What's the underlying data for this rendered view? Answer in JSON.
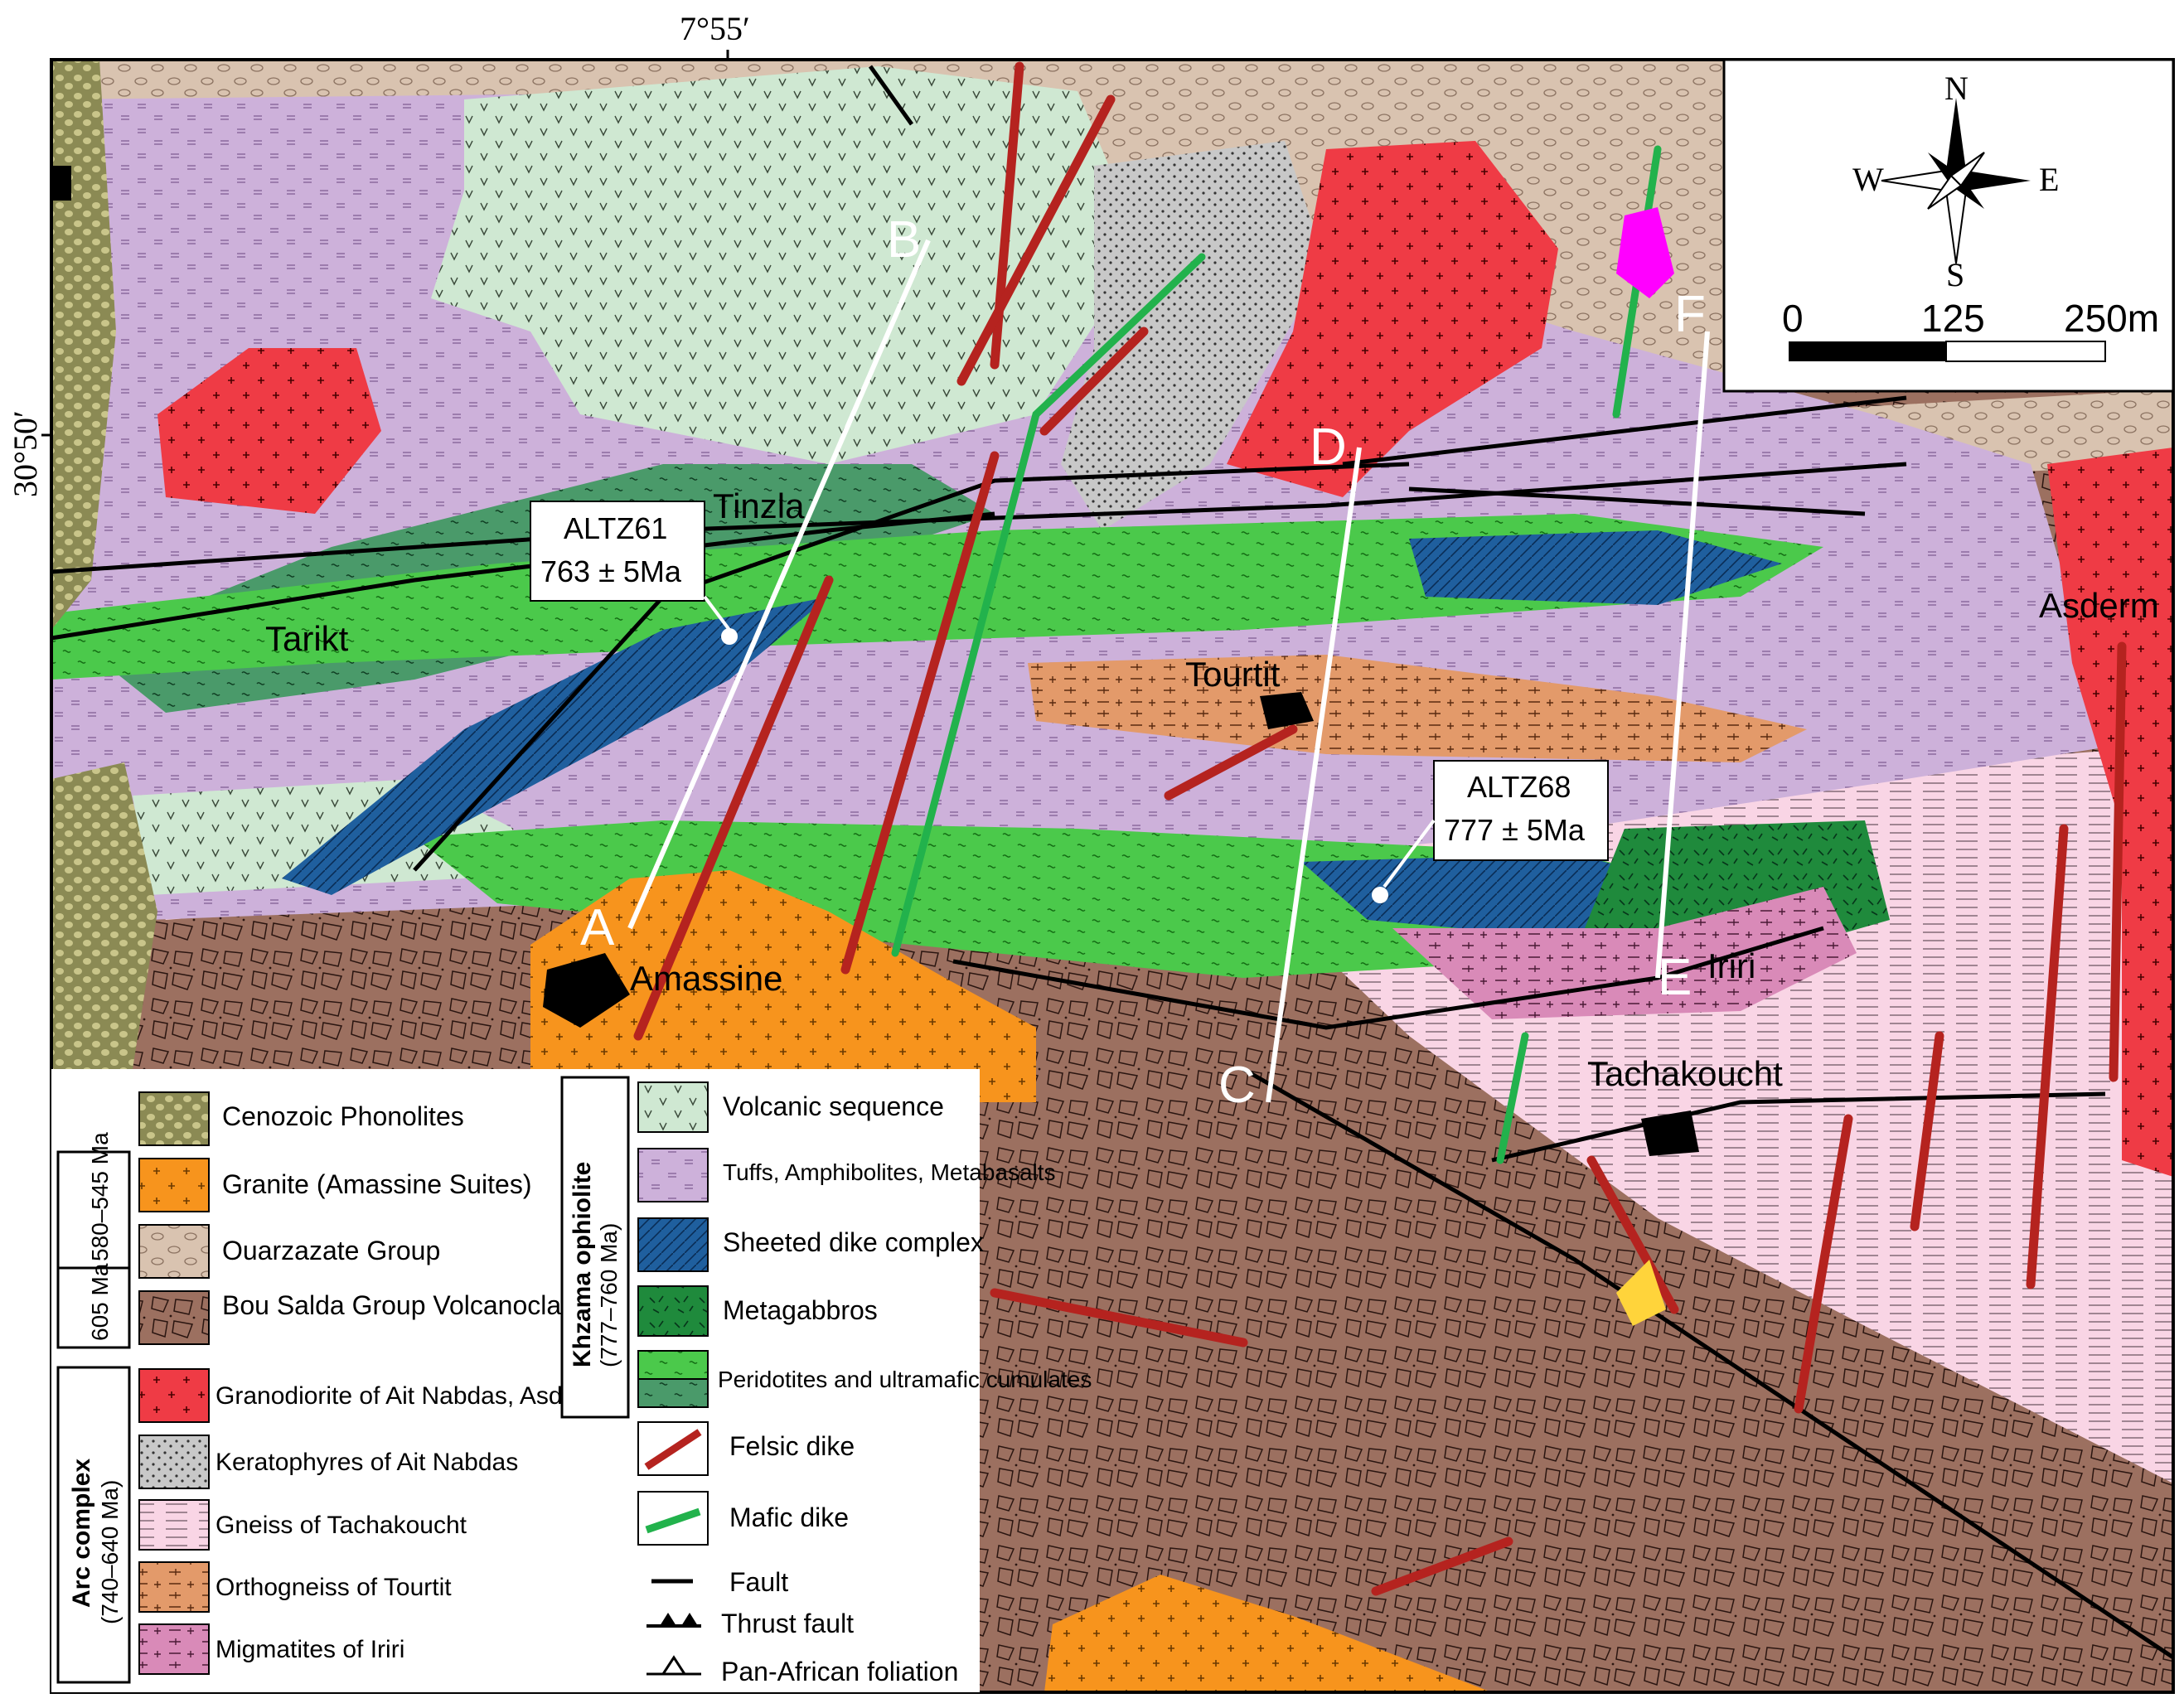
{
  "coords": {
    "top_lon": "7°55′",
    "left_lat": "30°50′"
  },
  "compass": {
    "n": "N",
    "s": "S",
    "e": "E",
    "w": "W"
  },
  "scale": {
    "t0": "0",
    "t1": "125",
    "t2": "250m"
  },
  "places": {
    "tinzla": "Tinzla",
    "tarikt": "Tarikt",
    "tourtit": "Tourtit",
    "amassine": "Amassine",
    "iriri": "Iriri",
    "tachakoucht": "Tachakoucht",
    "asderm": "Asderm"
  },
  "sections": {
    "a": "A",
    "b": "B",
    "c": "C",
    "d": "D",
    "e": "E",
    "f": "F"
  },
  "samples": [
    {
      "name": "ALTZ61",
      "age": "763 ± 5Ma"
    },
    {
      "name": "ALTZ68",
      "age": "777 ± 5Ma"
    }
  ],
  "legend": {
    "col1": [
      {
        "label": "Cenozoic Phonolites",
        "color": "#8b8a54"
      },
      {
        "label": "Granite (Amassine Suites)",
        "color": "#f7941d"
      },
      {
        "label": "Ouarzazate Group",
        "color": "#d9c3b0"
      },
      {
        "label": "Bou Salda Group Volcanoclastics",
        "color": "#9c7060"
      },
      {
        "label": "Granodiorite of Ait Nabdas, Asderm",
        "color": "#ef3b45"
      },
      {
        "label": "Keratophyres of Ait Nabdas",
        "color": "#c0c0c0"
      },
      {
        "label": "Gneiss  of Tachakoucht",
        "color": "#f9d5e5"
      },
      {
        "label": "Orthogneiss of Tourtit",
        "color": "#e39a6a"
      },
      {
        "label": "Migmatites of Iriri",
        "color": "#d98ab8"
      }
    ],
    "col2": [
      {
        "label": "Volcanic sequence",
        "color": "#cfe8d2"
      },
      {
        "label": "Tuffs, Amphibolites, Metabasalts",
        "color": "#cdb1da"
      },
      {
        "label": "Sheeted dike complex",
        "color": "#1f5f9e"
      },
      {
        "label": "Metagabbros",
        "color": "#1f8a3c"
      },
      {
        "label": "Peridotites and ultramafic cumulates",
        "color": "#4bc94b"
      },
      {
        "label": "Felsic dike",
        "color": "#b5231f"
      },
      {
        "label": "Mafic dike",
        "color": "#22b24c"
      },
      {
        "label": "Fault"
      },
      {
        "label": "Thrust fault"
      },
      {
        "label": "Pan-African foliation"
      }
    ],
    "groups": {
      "ages1": "580–545 Ma",
      "ages2": "605 Ma",
      "arc": "Arc complex",
      "arc_age": "(740–640 Ma)",
      "ophiolite": "Khzama ophiolite",
      "ophiolite_age": "(777–760 Ma)"
    }
  }
}
